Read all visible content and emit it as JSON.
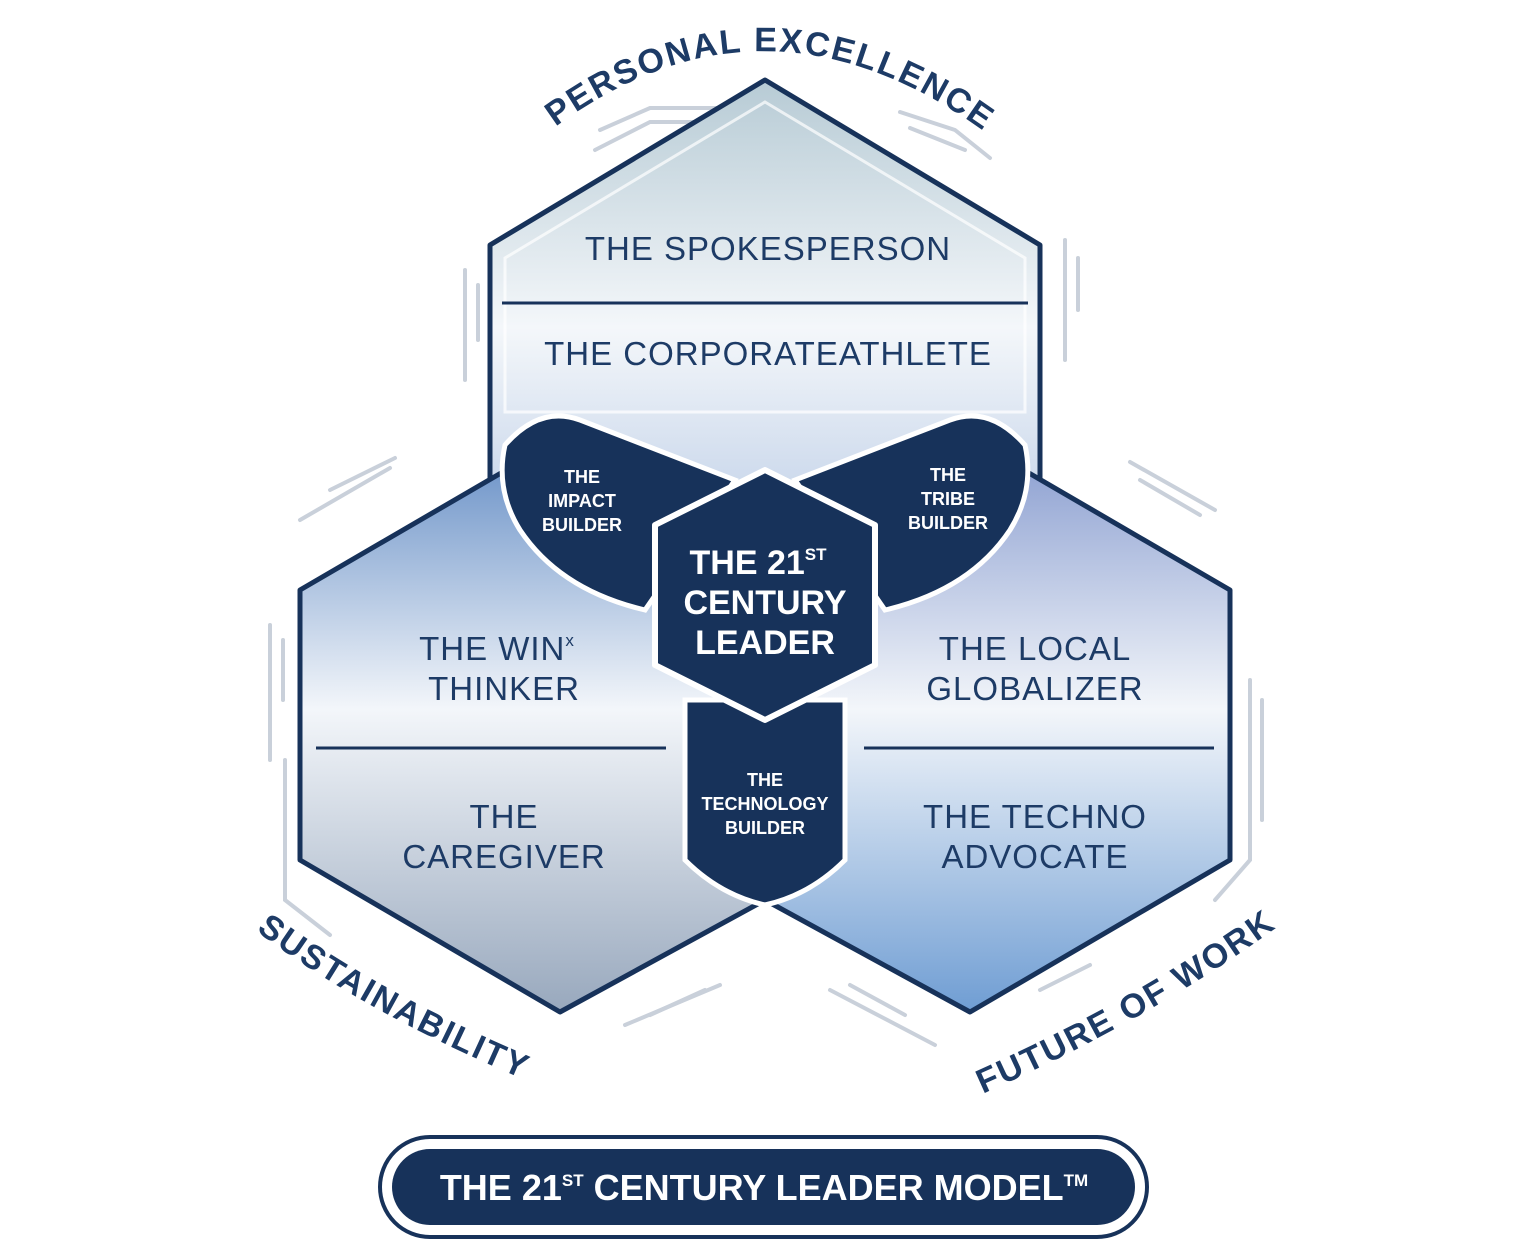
{
  "arcs": {
    "top": "PERSONAL EXCELLENCE",
    "left": "SUSTAINABILITY",
    "right": "FUTURE OF WORK"
  },
  "regions": {
    "top_upper": "THE SPOKESPERSON",
    "top_lower": "THE CORPORATEATHLETE",
    "left_upper": [
      "THE WIN",
      "x",
      "THINKER"
    ],
    "left_lower": [
      "THE",
      "CAREGIVER"
    ],
    "right_upper": [
      "THE LOCAL",
      "GLOBALIZER"
    ],
    "right_lower": [
      "THE TECHNO",
      "ADVOCATE"
    ]
  },
  "overlaps": {
    "top_left": [
      "THE",
      "IMPACT",
      "BUILDER"
    ],
    "top_right": [
      "THE",
      "TRIBE",
      "BUILDER"
    ],
    "bottom": [
      "THE",
      "TECHNOLOGY",
      "BUILDER"
    ]
  },
  "core": {
    "line1": "THE 21",
    "line1_sup": "ST",
    "line2": "CENTURY",
    "line3": "LEADER"
  },
  "banner": {
    "prefix": "THE 21",
    "sup": "ST",
    "suffix": " CENTURY LEADER MODEL",
    "mark": "TM"
  },
  "colors": {
    "navy": "#17325a",
    "text": "#1d3b66",
    "light_fill": "#dde6f0",
    "blue_fill": "#8fb0d6"
  }
}
